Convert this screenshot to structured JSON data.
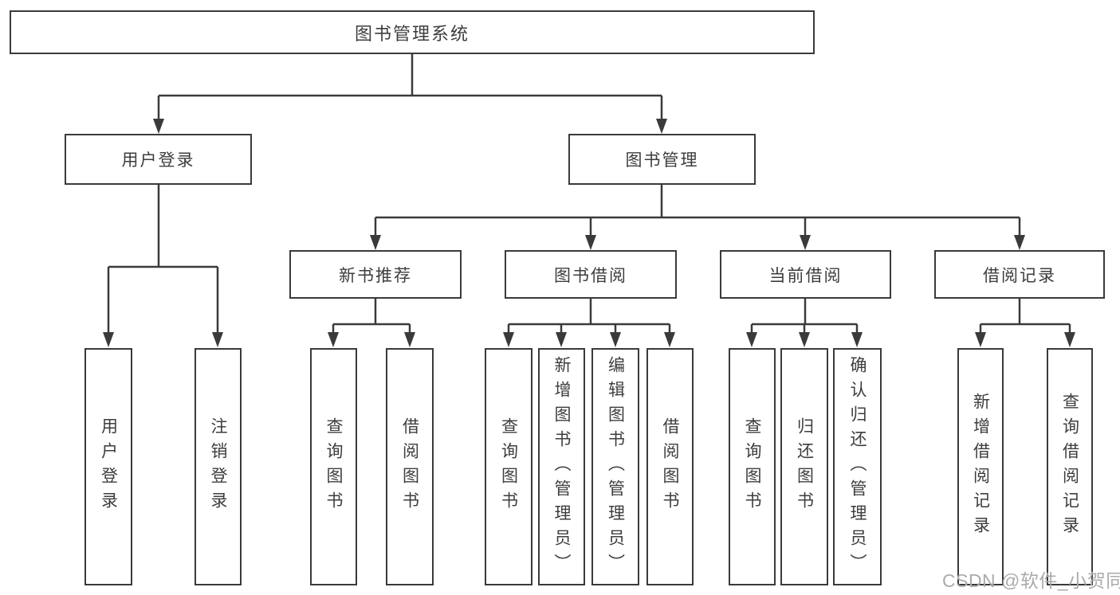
{
  "colors": {
    "line": "#3a3a3a",
    "text": "#3d3d3d",
    "box_background": "#ffffff",
    "watermark": "#ababab",
    "page_background": "#ffffff"
  },
  "diagram": {
    "root": "图书管理系统",
    "level1": [
      "用户登录",
      "图书管理"
    ],
    "level2": [
      "新书推荐",
      "图书借阅",
      "当前借阅",
      "借阅记录"
    ],
    "leaves": {
      "login": [
        "用户登录",
        "注销登录"
      ],
      "recommend": [
        "查询图书",
        "借阅图书"
      ],
      "borrow": [
        "查询图书",
        "新增图书（管理员）",
        "编辑图书（管理员）",
        "借阅图书"
      ],
      "current": [
        "查询图书",
        "归还图书",
        "确认归还（管理员）"
      ],
      "records": [
        "新增借阅记录",
        "查询借阅记录"
      ]
    }
  },
  "watermark": {
    "text": "CSDN @软件_小贺同学"
  }
}
